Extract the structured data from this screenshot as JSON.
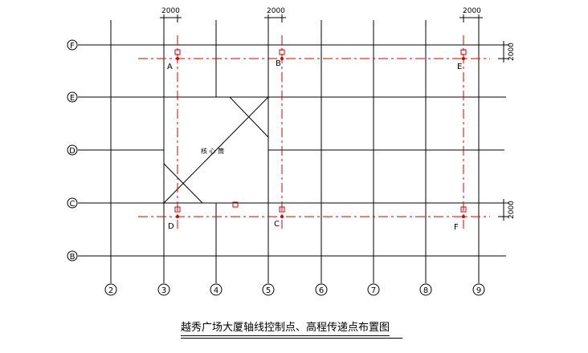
{
  "title": "越秀广场大厦轴线控制点、高程传递点布置图",
  "row_axes": [
    "F",
    "E",
    "D",
    "C",
    "B"
  ],
  "col_axes": [
    "2",
    "3",
    "4",
    "5",
    "6",
    "7",
    "8",
    "9"
  ],
  "core_label": "核 心 筒",
  "dimension_label": "2000",
  "control_points": [
    "A",
    "B",
    "E",
    "D",
    "C",
    "F"
  ],
  "colors": {
    "grid": "#000000",
    "control": "#d40000"
  }
}
